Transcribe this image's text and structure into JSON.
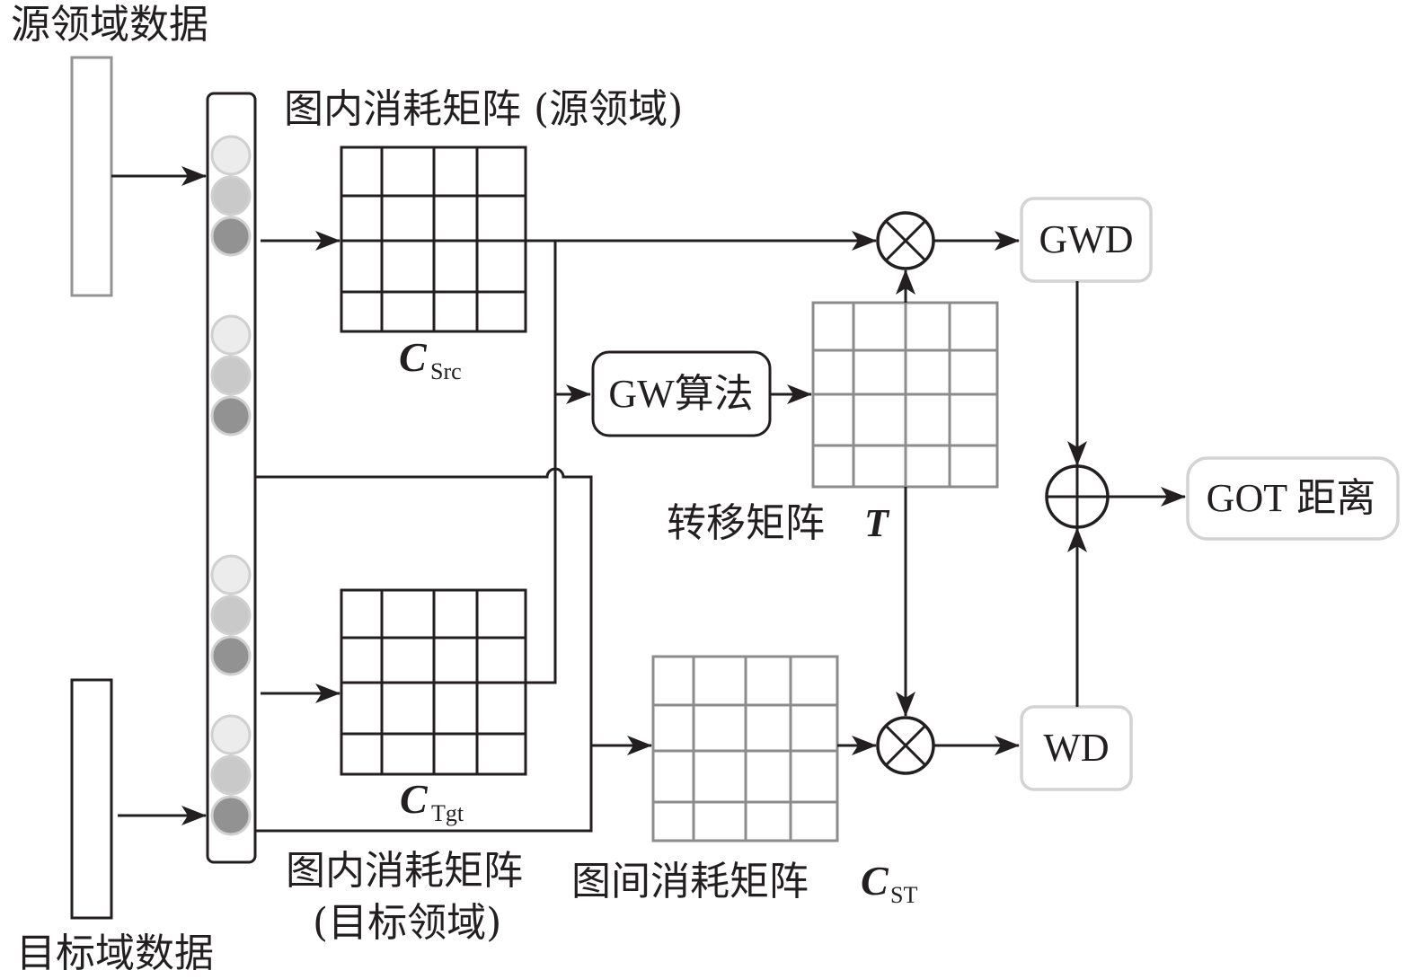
{
  "labels": {
    "source_data": "源领域数据",
    "target_data": "目标域数据",
    "src_cost_title": "图内消耗矩阵 (源领域)",
    "c_src_main": "C",
    "c_src_sub": "Src",
    "c_tgt_main": "C",
    "c_tgt_sub": "Tgt",
    "tgt_cost_title_line1": "图内消耗矩阵",
    "tgt_cost_title_line2": "(目标领域)",
    "inter_cost_title": "图间消耗矩阵",
    "c_st_main": "C",
    "c_st_sub": "ST",
    "transfer_title": "转移矩阵",
    "transfer_symbol": "T",
    "gw_algorithm": "GW算法",
    "gwd": "GWD",
    "wd": "WD",
    "got_distance": "GOT 距离"
  },
  "operators": {
    "multiply_symbol": "otimes",
    "add_symbol": "oplus"
  },
  "node_colors": {
    "light": "#ececec",
    "mid": "#c9c9c9",
    "dark": "#929292",
    "ring": "#d0d0d0"
  },
  "grid": {
    "rows": 4,
    "cols": 4
  }
}
